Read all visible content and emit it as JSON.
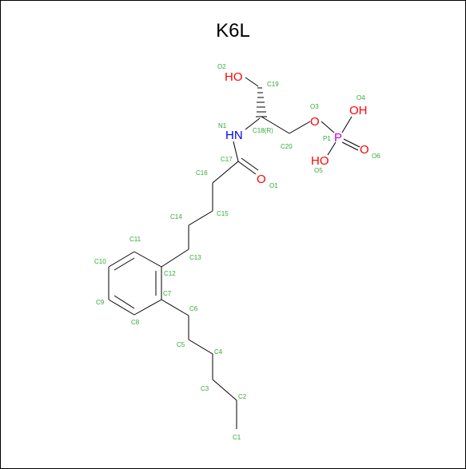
{
  "title": "K6L",
  "colors": {
    "carbon_label": "#33aa33",
    "oxygen": "#ff0000",
    "nitrogen": "#0000ff",
    "phosphorus": "#cc00cc",
    "bond": "#000000"
  },
  "heteroatom_labels": {
    "ho_top": "HO",
    "hn": "HN",
    "o_ester": "O",
    "o_carbonyl": "O",
    "p": "P",
    "oh": "OH",
    "ho_bottom": "HO",
    "o_double": "O"
  },
  "atom_indices": {
    "O2": "O2",
    "C19": "C19",
    "N1": "N1",
    "C18": "C18(R)",
    "O3": "O3",
    "O4": "O4",
    "P1": "P1",
    "C20": "C20",
    "O6": "O6",
    "O5": "O5",
    "C17": "C17",
    "O1": "O1",
    "C16": "C16",
    "C15": "C15",
    "C14": "C14",
    "C13": "C13",
    "C11": "C11",
    "C12": "C12",
    "C10": "C10",
    "C9": "C9",
    "C7": "C7",
    "C8": "C8",
    "C6": "C6",
    "C5": "C5",
    "C4": "C4",
    "C3": "C3",
    "C2": "C2",
    "C1": "C1"
  }
}
